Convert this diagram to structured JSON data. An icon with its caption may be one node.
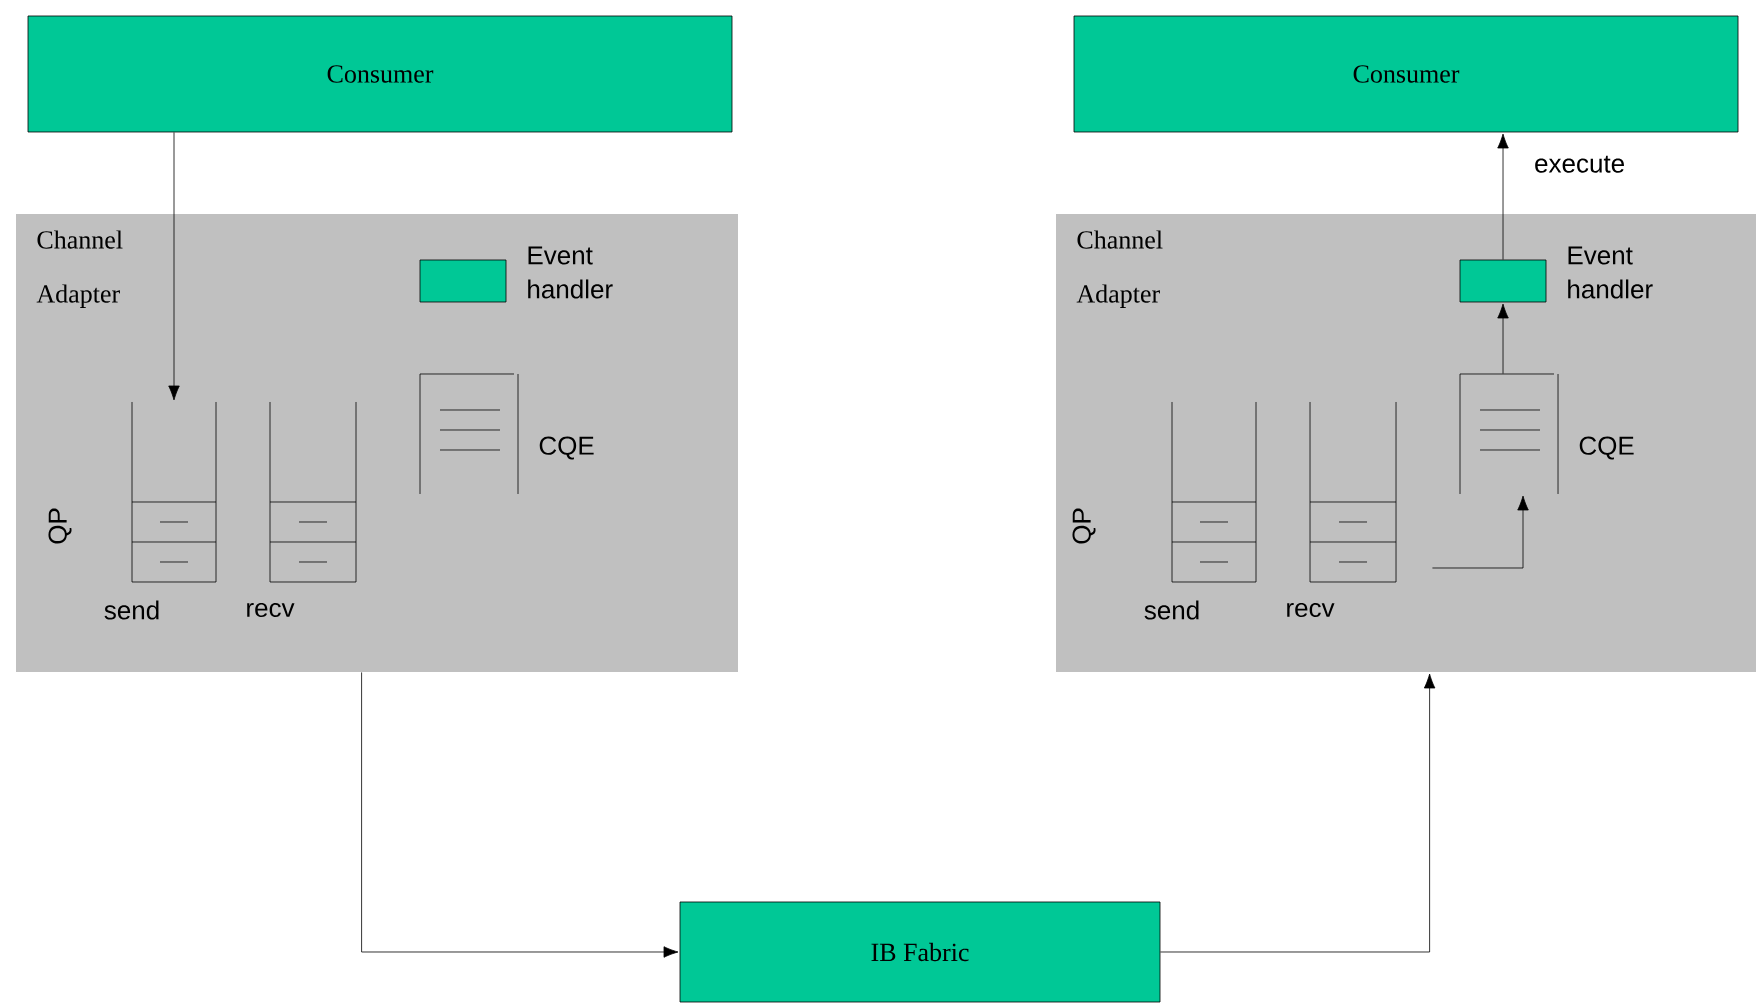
{
  "diagram": {
    "nodes": [
      {
        "text": [
          "Consumer"
        ]
      },
      {
        "text": [
          "Channel Adapter"
        ]
      },
      {
        "text": [],
        "shape": "box",
        "beside": [
          "Event handler"
        ],
        "in": 1
      },
      {
        "text": [
          "send"
        ],
        "in": 1
      },
      {
        "text": [
          "recv"
        ],
        "in": 1
      },
      {
        "text": [
          "CQE"
        ],
        "in": 1
      },
      {
        "text": [
          "Consumer"
        ]
      },
      {
        "text": [
          "Channel Adapter"
        ]
      },
      {
        "text": [],
        "shape": "box",
        "beside": [
          "Event handler"
        ],
        "in": 7
      },
      {
        "text": [
          "send"
        ],
        "in": 7
      },
      {
        "text": [
          "recv"
        ],
        "in": 7
      },
      {
        "text": [
          "CQE"
        ],
        "in": 7
      },
      {
        "text": [
          "IB Fabric"
        ]
      }
    ],
    "edges": [
      {
        "from": 0,
        "to": 3,
        "arrow": "to"
      },
      {
        "from": 1,
        "to": 12,
        "arrow": "to"
      },
      {
        "from": 12,
        "to": 7,
        "arrow": "to"
      },
      {
        "from": 10,
        "to": 11,
        "arrow": "to"
      },
      {
        "from": 11,
        "to": 8,
        "arrow": "to"
      },
      {
        "from": 8,
        "to": 6,
        "arrow": "to",
        "label": "execute"
      }
    ],
    "labels": [
      "QP",
      "QP"
    ]
  }
}
